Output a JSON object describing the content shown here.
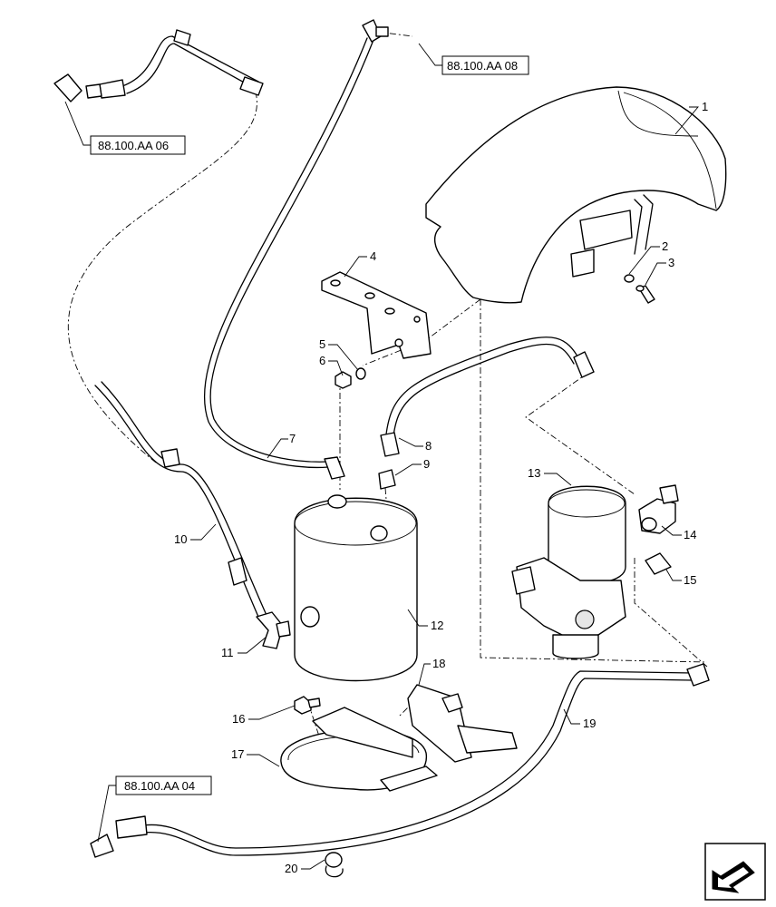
{
  "callouts": {
    "c1": "1",
    "c2": "2",
    "c3": "3",
    "c4": "4",
    "c5": "5",
    "c6": "6",
    "c7": "7",
    "c8": "8",
    "c9": "9",
    "c10": "10",
    "c11": "11",
    "c12": "12",
    "c13": "13",
    "c14": "14",
    "c15": "15",
    "c16": "16",
    "c17": "17",
    "c18": "18",
    "c19": "19",
    "c20": "20"
  },
  "references": {
    "ref_08": "88.100.AA 08",
    "ref_06": "88.100.AA 06",
    "ref_04": "88.100.AA 04"
  },
  "icons": {
    "nav_arrow": "arrow-down-left-icon"
  }
}
